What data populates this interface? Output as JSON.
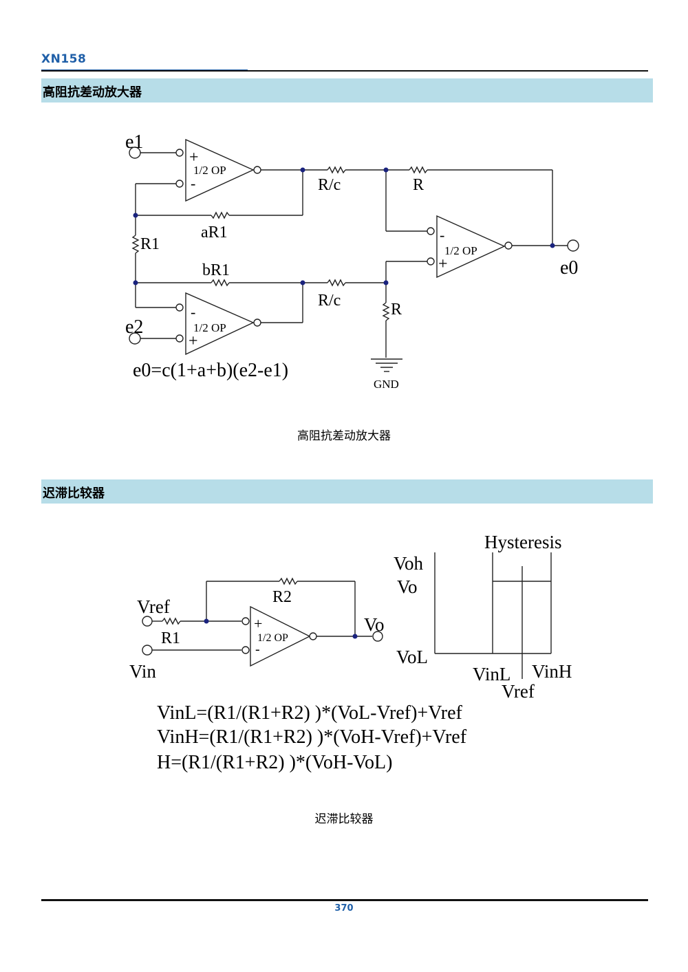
{
  "header": {
    "doc_code": "XN158"
  },
  "sections": [
    {
      "title": "高阻抗差动放大器",
      "caption": "高阻抗差动放大器",
      "labels": {
        "e1": "e1",
        "e2": "e2",
        "e0_out": "e0",
        "op_upper": "1/2 OP",
        "op_lower": "1/2 OP",
        "op_right": "1/2 OP",
        "plus": "+",
        "minus": "-",
        "aR1": "aR1",
        "R1": "R1",
        "bR1": "bR1",
        "Rc_top": "R/c",
        "Rc_bottom": "R/c",
        "R_top": "R",
        "R_ground": "R",
        "gnd": "GND",
        "formula": "e0=c(1+a+b)(e2-e1)"
      }
    },
    {
      "title": "迟滞比较器",
      "caption": "迟滞比较器",
      "labels": {
        "vref_in": "Vref",
        "vin": "Vin",
        "vo": "Vo",
        "R1": "R1",
        "R2": "R2",
        "op": "1/2 OP",
        "plus": "+",
        "minus": "-",
        "hysteresis": "Hysteresis",
        "voh": "Voh",
        "vo_axis": "Vo",
        "vol": "VoL",
        "vinl": "VinL",
        "vinh": "VinH",
        "vref_axis": "Vref",
        "formula1": "VinL=(R1/(R1+R2) )*(VoL-Vref)+Vref",
        "formula2": "VinH=(R1/(R1+R2) )*(VoH-Vref)+Vref",
        "formula3": "H=(R1/(R1+R2) )*(VoH-VoL)"
      }
    }
  ],
  "footer": {
    "page_number": "370"
  }
}
